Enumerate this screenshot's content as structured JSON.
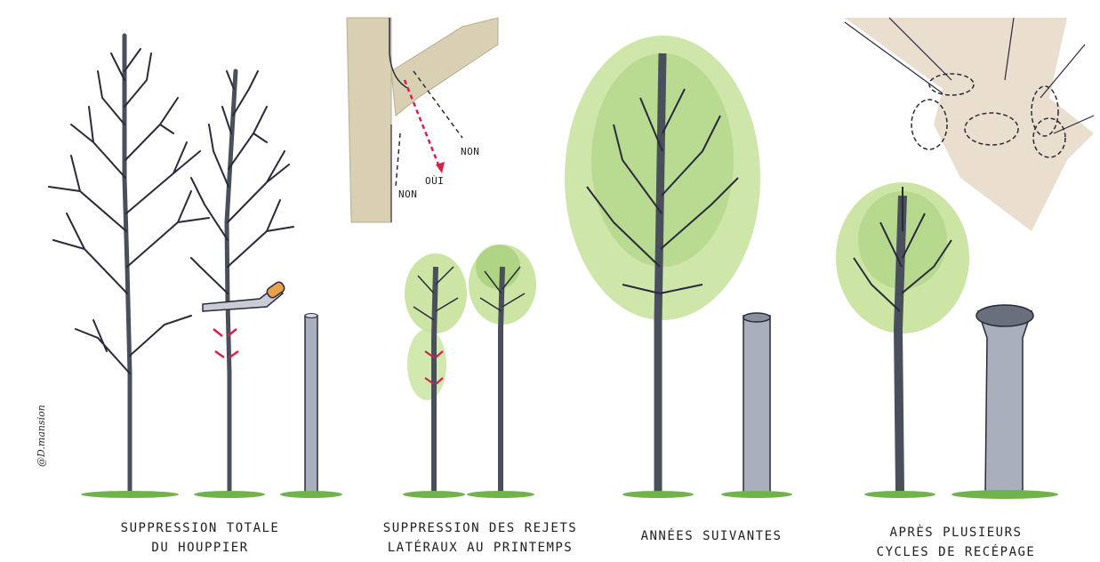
{
  "illustration": {
    "signature": "@D.mansion",
    "detail_cut_labels": {
      "non_left": "NON",
      "oui": "OÙI",
      "non_right": "NON"
    },
    "stages": [
      {
        "caption_line1": "SUPPRESSION TOTALE",
        "caption_line2": "DU HOUPPIER"
      },
      {
        "caption_line1": "SUPPRESSION DES REJETS",
        "caption_line2": "LATÉRAUX AU PRINTEMPS"
      },
      {
        "caption_line1": "ANNÉES SUIVANTES",
        "caption_line2": ""
      },
      {
        "caption_line1": "APRÈS PLUSIEURS",
        "caption_line2": "CYCLES DE RECÉPAGE"
      }
    ]
  },
  "colors": {
    "trunk_fill": "#a9afbc",
    "ink": "#2a2a3a",
    "foliage_light": "#c6e29a",
    "foliage_mid": "#8fc464",
    "grass": "#6fb34a",
    "cut_mark": "#d8204a",
    "bark_detail": "#cfc2a8",
    "saw_handle": "#e9a04a"
  }
}
